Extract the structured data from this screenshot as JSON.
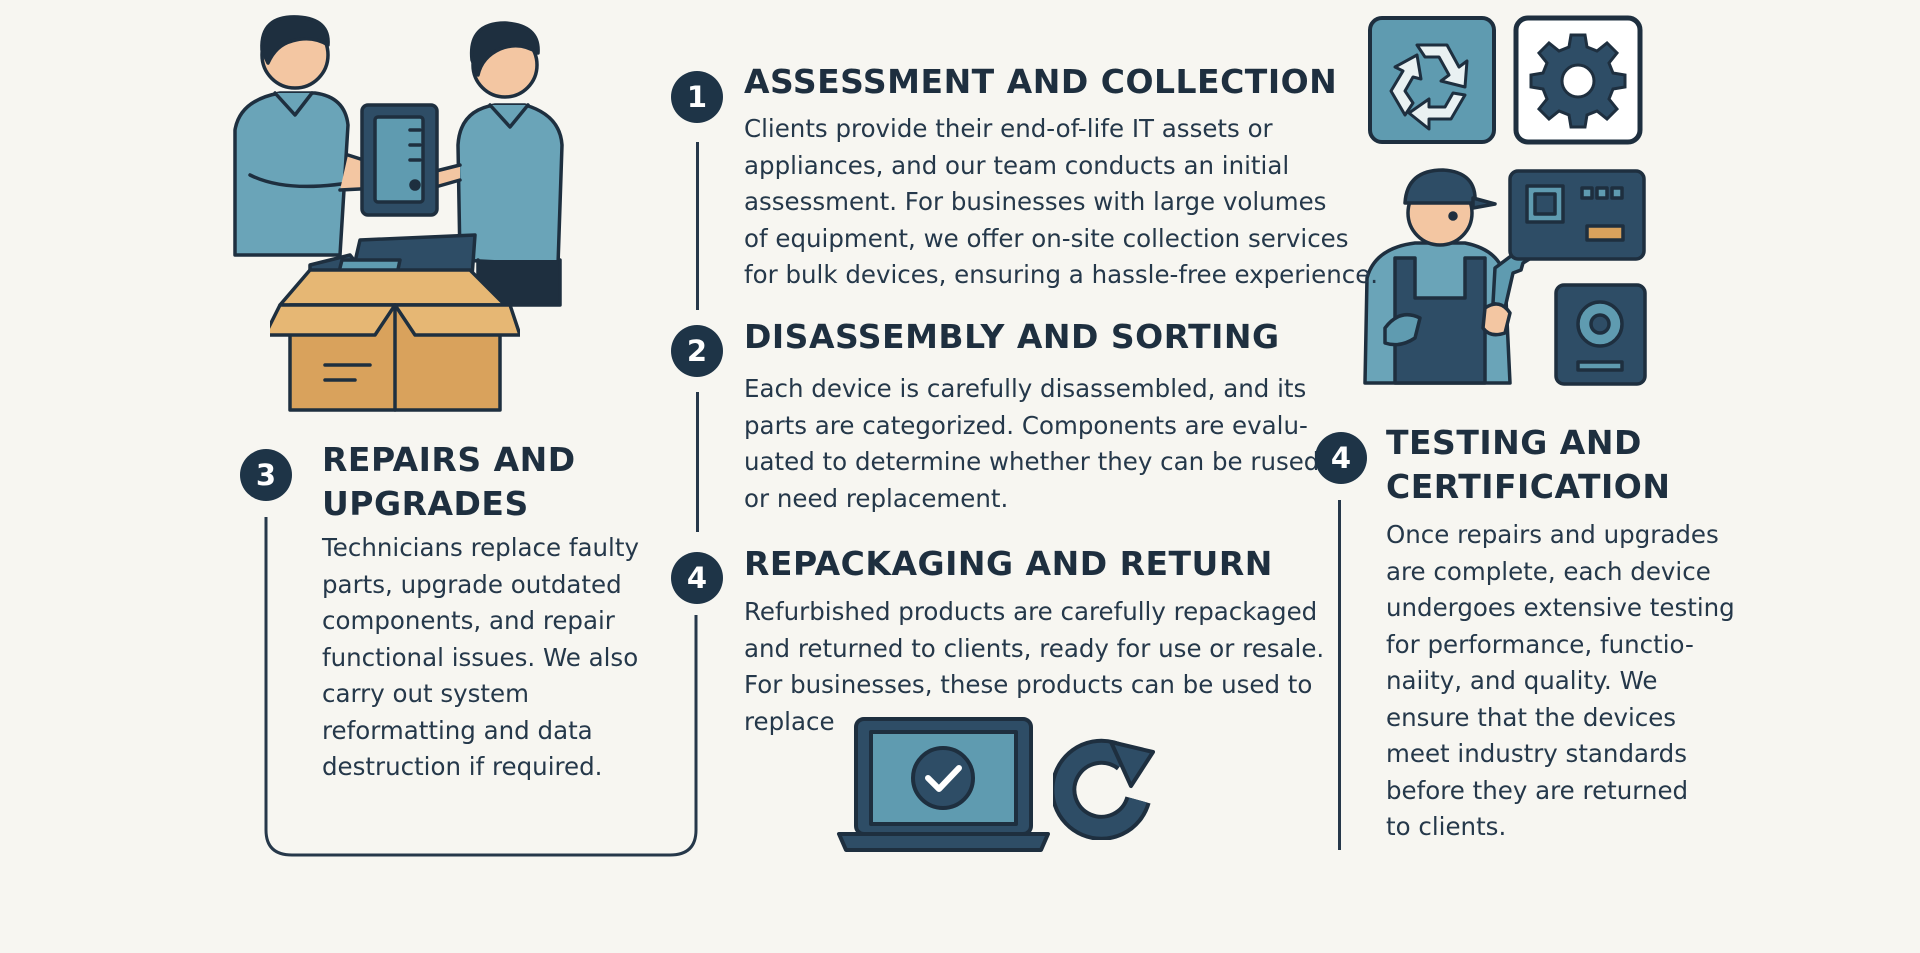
{
  "steps": {
    "assessment": {
      "number": "1",
      "title": "ASSESSMENT AND COLLECTION",
      "lines": [
        "Clients provide their end-of-life IT assets or",
        "appliances, and our team conducts an initial",
        "assessment. For businesses with large volumes",
        "of equipment, we offer on-site collection services",
        "for bulk devices, ensuring a hassle-free experience."
      ]
    },
    "disassembly": {
      "number": "2",
      "title": "DISASSEMBLY AND SORTING",
      "lines": [
        "Each device is carefully disassembled, and its",
        "parts are categorized. Components are evalu-",
        "uated to determine whether they can be rused",
        "or need replacement."
      ]
    },
    "repairs": {
      "number": "3",
      "title_lines": [
        "REPAIRS AND",
        "UPGRADES"
      ],
      "lines": [
        "Technicians replace faulty",
        "parts, upgrade outdated",
        "components, and repair",
        "functional issues. We also",
        "carry out system",
        "reformatting and data",
        "destruction if required."
      ]
    },
    "repackaging": {
      "number": "4",
      "title": "REPACKAGING AND RETURN",
      "lines": [
        "Refurbished products are carefully repackaged",
        "and returned to clients, ready for use or resale.",
        "For businesses, these products can be used to",
        "replace"
      ]
    },
    "testing": {
      "number": "4",
      "title_lines": [
        "TESTING AND",
        "CERTIFICATION"
      ],
      "lines": [
        "Once repairs and upgrades",
        "are complete, each device",
        "undergoes extensive testing",
        "for performance, functio-",
        "naiity, and quality. We",
        "ensure that the devices",
        "meet industry standards",
        "before they are returned",
        "to clients."
      ]
    }
  },
  "illustrations": {
    "handover": "two-technicians-handing-over-computer-icon",
    "box": "box-with-laptops-icon",
    "recycle": "recycle-icon",
    "gear": "gear-icon",
    "technician": "technician-with-wrench-icon",
    "circuit_board": "circuit-board-icon",
    "component_gear": "component-gear-icon",
    "laptop_check": "laptop-checkmark-icon",
    "refresh": "refresh-arrow-icon"
  },
  "colors": {
    "navy": "#1e3447",
    "teal": "#5f9bb0",
    "box_orange": "#d9a25c",
    "background": "#f7f6f1"
  }
}
